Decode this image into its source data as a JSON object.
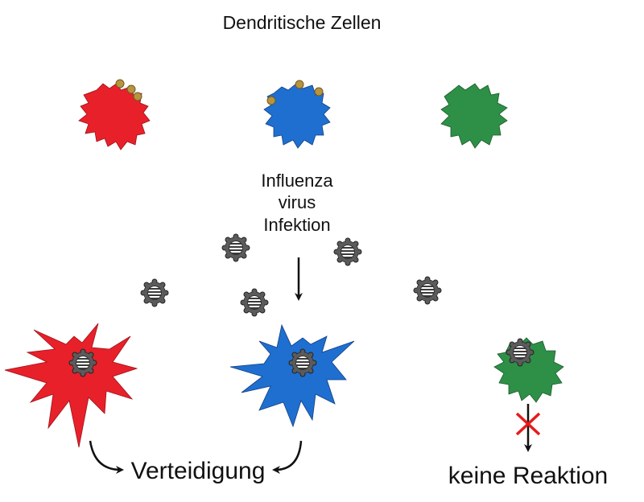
{
  "title": "Dendritische Zellen",
  "infection_label": {
    "lines": [
      "Influenza",
      "virus",
      "Infektion"
    ]
  },
  "outcome_labels": {
    "defense": "Verteidigung",
    "no_reaction": "keine Reaktion"
  },
  "colors": {
    "red_cell": "#e8202a",
    "blue_cell": "#1e6fd0",
    "green_cell": "#2e9046",
    "receptor": "#b8943e",
    "virus": "#555555",
    "block_cross": "#e51b1b",
    "arrow": "#111111"
  },
  "icons": {
    "virus": "virus-particle-icon",
    "block": "red-x-icon",
    "arrow": "arrow-icon"
  }
}
